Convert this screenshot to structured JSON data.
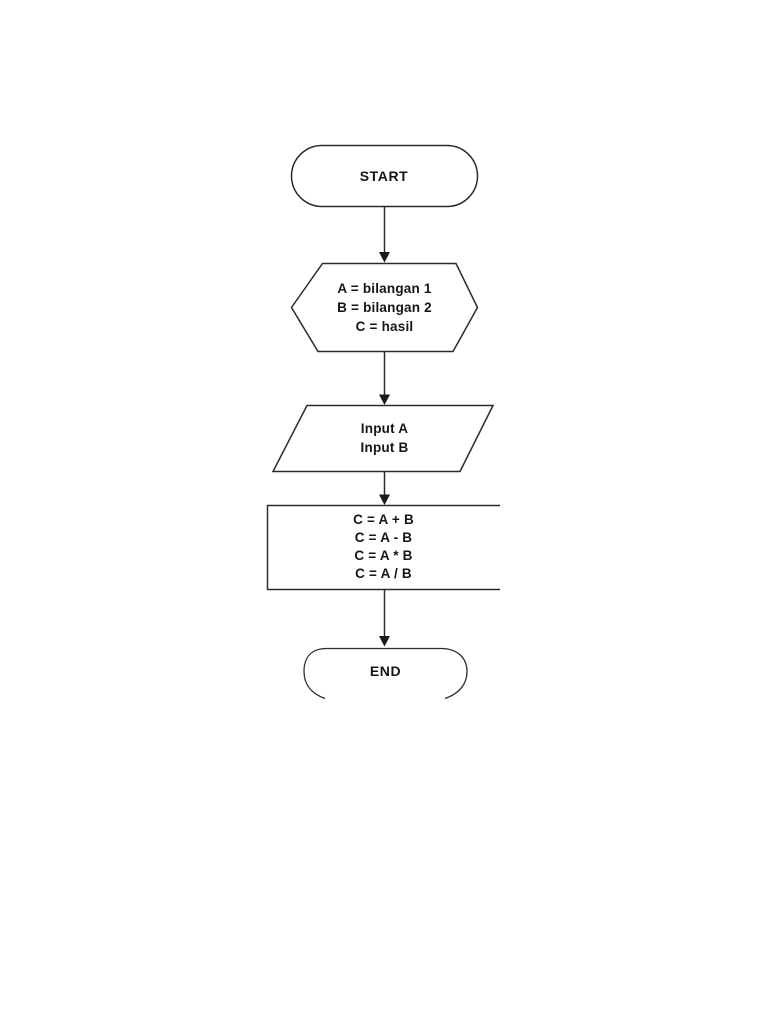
{
  "page": {
    "background": "#ffffff"
  },
  "flowchart": {
    "colors": {
      "stroke": "#2b2b2b",
      "text": "#161616",
      "fill": "#ffffff"
    },
    "nodes": [
      {
        "id": "start",
        "type": "terminator",
        "label": "START"
      },
      {
        "id": "preparation",
        "type": "preparation-hexagon",
        "lines": [
          "A = bilangan 1",
          "B = bilangan 2",
          "C = hasil"
        ]
      },
      {
        "id": "input",
        "type": "input-output-parallelogram",
        "lines": [
          "Input A",
          "Input B"
        ]
      },
      {
        "id": "process",
        "type": "process-rectangle",
        "lines": [
          "C = A + B",
          "C = A - B",
          "C = A * B",
          "C = A / B"
        ]
      },
      {
        "id": "end",
        "type": "terminator",
        "label": "END"
      }
    ],
    "edges": [
      {
        "from": "start",
        "to": "preparation"
      },
      {
        "from": "preparation",
        "to": "input"
      },
      {
        "from": "input",
        "to": "process"
      },
      {
        "from": "process",
        "to": "end"
      }
    ]
  }
}
